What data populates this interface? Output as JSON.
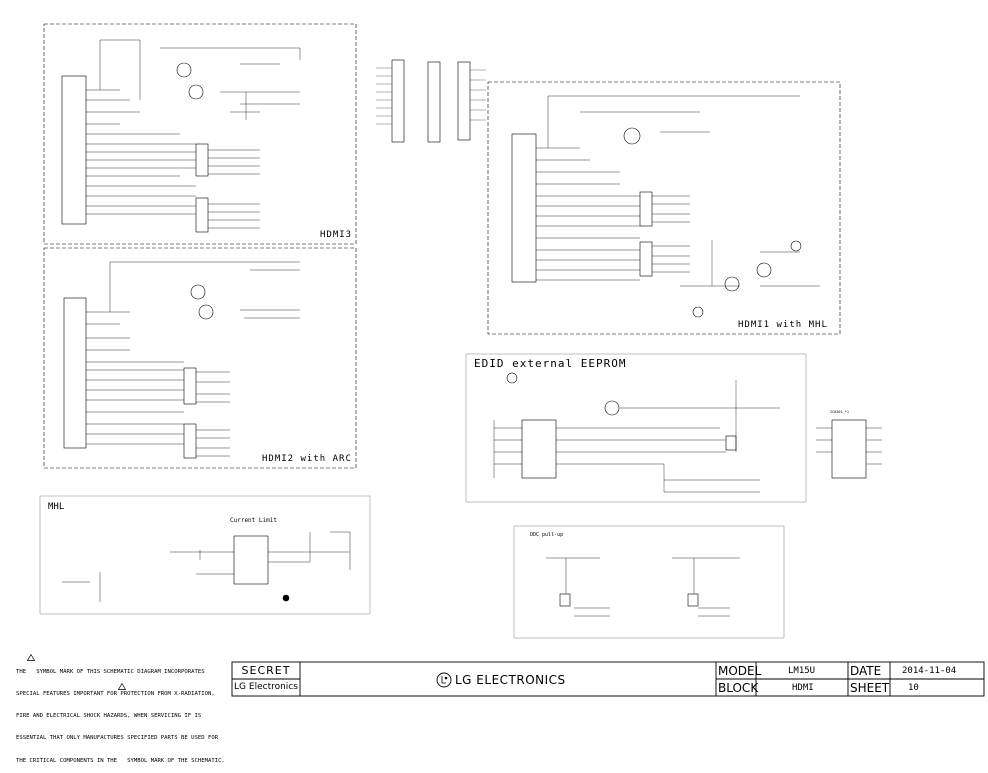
{
  "blocks": {
    "hdmi3": "HDMI3",
    "hdmi2": "HDMI2 with ARC",
    "hdmi1": "HDMI1 with MHL",
    "edid": "EDID external EEPROM",
    "mhl": "MHL",
    "current_limit": "Current Limit",
    "ddc": "DDC pull-up"
  },
  "eeprom_part": "IC8301_*1",
  "title_block": {
    "secret": "SECRET",
    "brand_small": "LG Electronics",
    "brand_large": "LG ELECTRONICS",
    "model_label": "MODEL",
    "model_value": "LM15U",
    "date_label": "DATE",
    "date_value": "2014-11-04",
    "block_label": "BLOCK",
    "block_value": "HDMI",
    "sheet_label": "SHEET",
    "sheet_value": "10"
  },
  "safety_note": [
    "THE   SYMBOL MARK OF THIS SCHEMATIC DIAGRAM INCORPORATES",
    "SPECIAL FEATURES IMPORTANT FOR PROTECTION FROM X-RADIATION,",
    "FIRE AND ELECTRICAL SHOCK HAZARDS, WHEN SERVICING IF IS",
    "ESSENTIAL THAT ONLY MANUFACTURES SPECIFIED PARTS BE USED FOR",
    "THE CRITICAL COMPONENTS IN THE   SYMBOL MARK OF THE SCHEMATIC."
  ],
  "colors": {
    "line": "#000000",
    "dash": "#333333",
    "box": "#999999"
  }
}
